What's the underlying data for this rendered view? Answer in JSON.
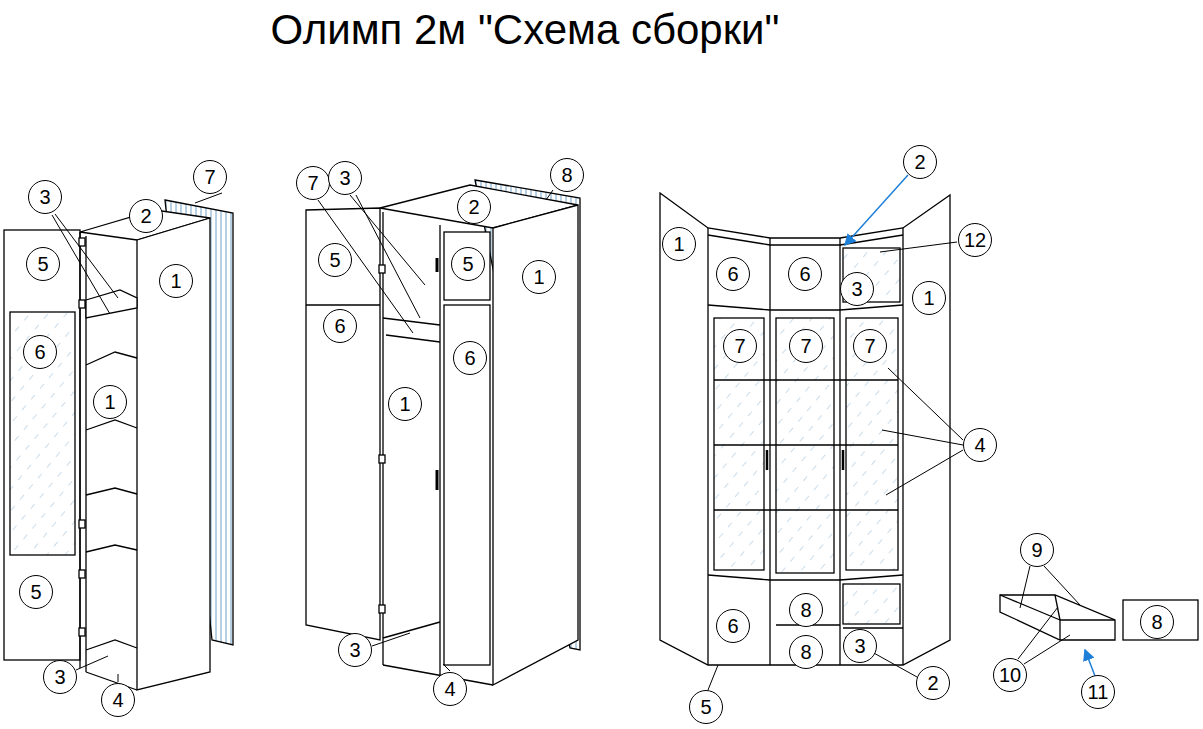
{
  "diagram": {
    "title": "Олимп 2м \"Схема сборки\"",
    "labels": [
      "7",
      "3",
      "2",
      "5",
      "1",
      "6",
      "1",
      "5",
      "3",
      "4",
      "7",
      "3",
      "8",
      "2",
      "5",
      "5",
      "1",
      "6",
      "6",
      "1",
      "3",
      "4",
      "2",
      "12",
      "1",
      "6",
      "6",
      "3",
      "1",
      "7",
      "7",
      "7",
      "4",
      "6",
      "8",
      "8",
      "3",
      "2",
      "5",
      "9",
      "8",
      "10",
      "11"
    ]
  }
}
